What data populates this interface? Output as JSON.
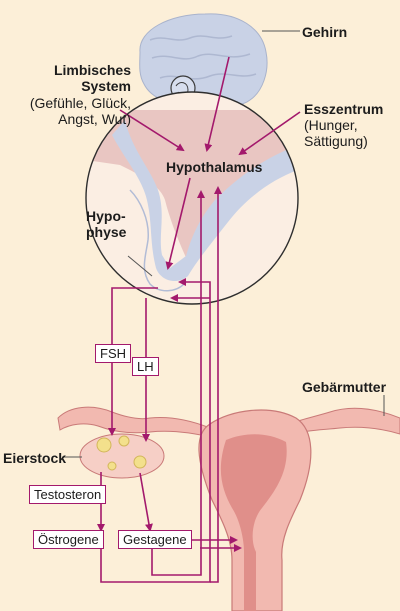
{
  "labels": {
    "brain": "Gehirn",
    "limbic_title_1": "Limbisches",
    "limbic_title_2": "System",
    "limbic_desc_1": "(Gefühle, Glück,",
    "limbic_desc_2": "Angst, Wut)",
    "appetite_title": "Esszentrum",
    "appetite_desc_1": "(Hunger,",
    "appetite_desc_2": "Sättigung)",
    "hypothalamus": "Hypothalamus",
    "pituitary_1": "Hypo-",
    "pituitary_2": "physe",
    "uterus": "Gebärmutter",
    "ovary": "Eierstock"
  },
  "hormones": {
    "fsh": "FSH",
    "lh": "LH",
    "testosterone": "Testosteron",
    "estrogens": "Östrogene",
    "progestins": "Gestagene"
  },
  "colors": {
    "background": "#fcefd8",
    "arrow": "#a3196c",
    "brain": "#c9d2e6",
    "tissue": "#f2b9b0",
    "tissue_dark": "#e08f8a",
    "hypothalamus_zone": "#e9c6c2"
  }
}
